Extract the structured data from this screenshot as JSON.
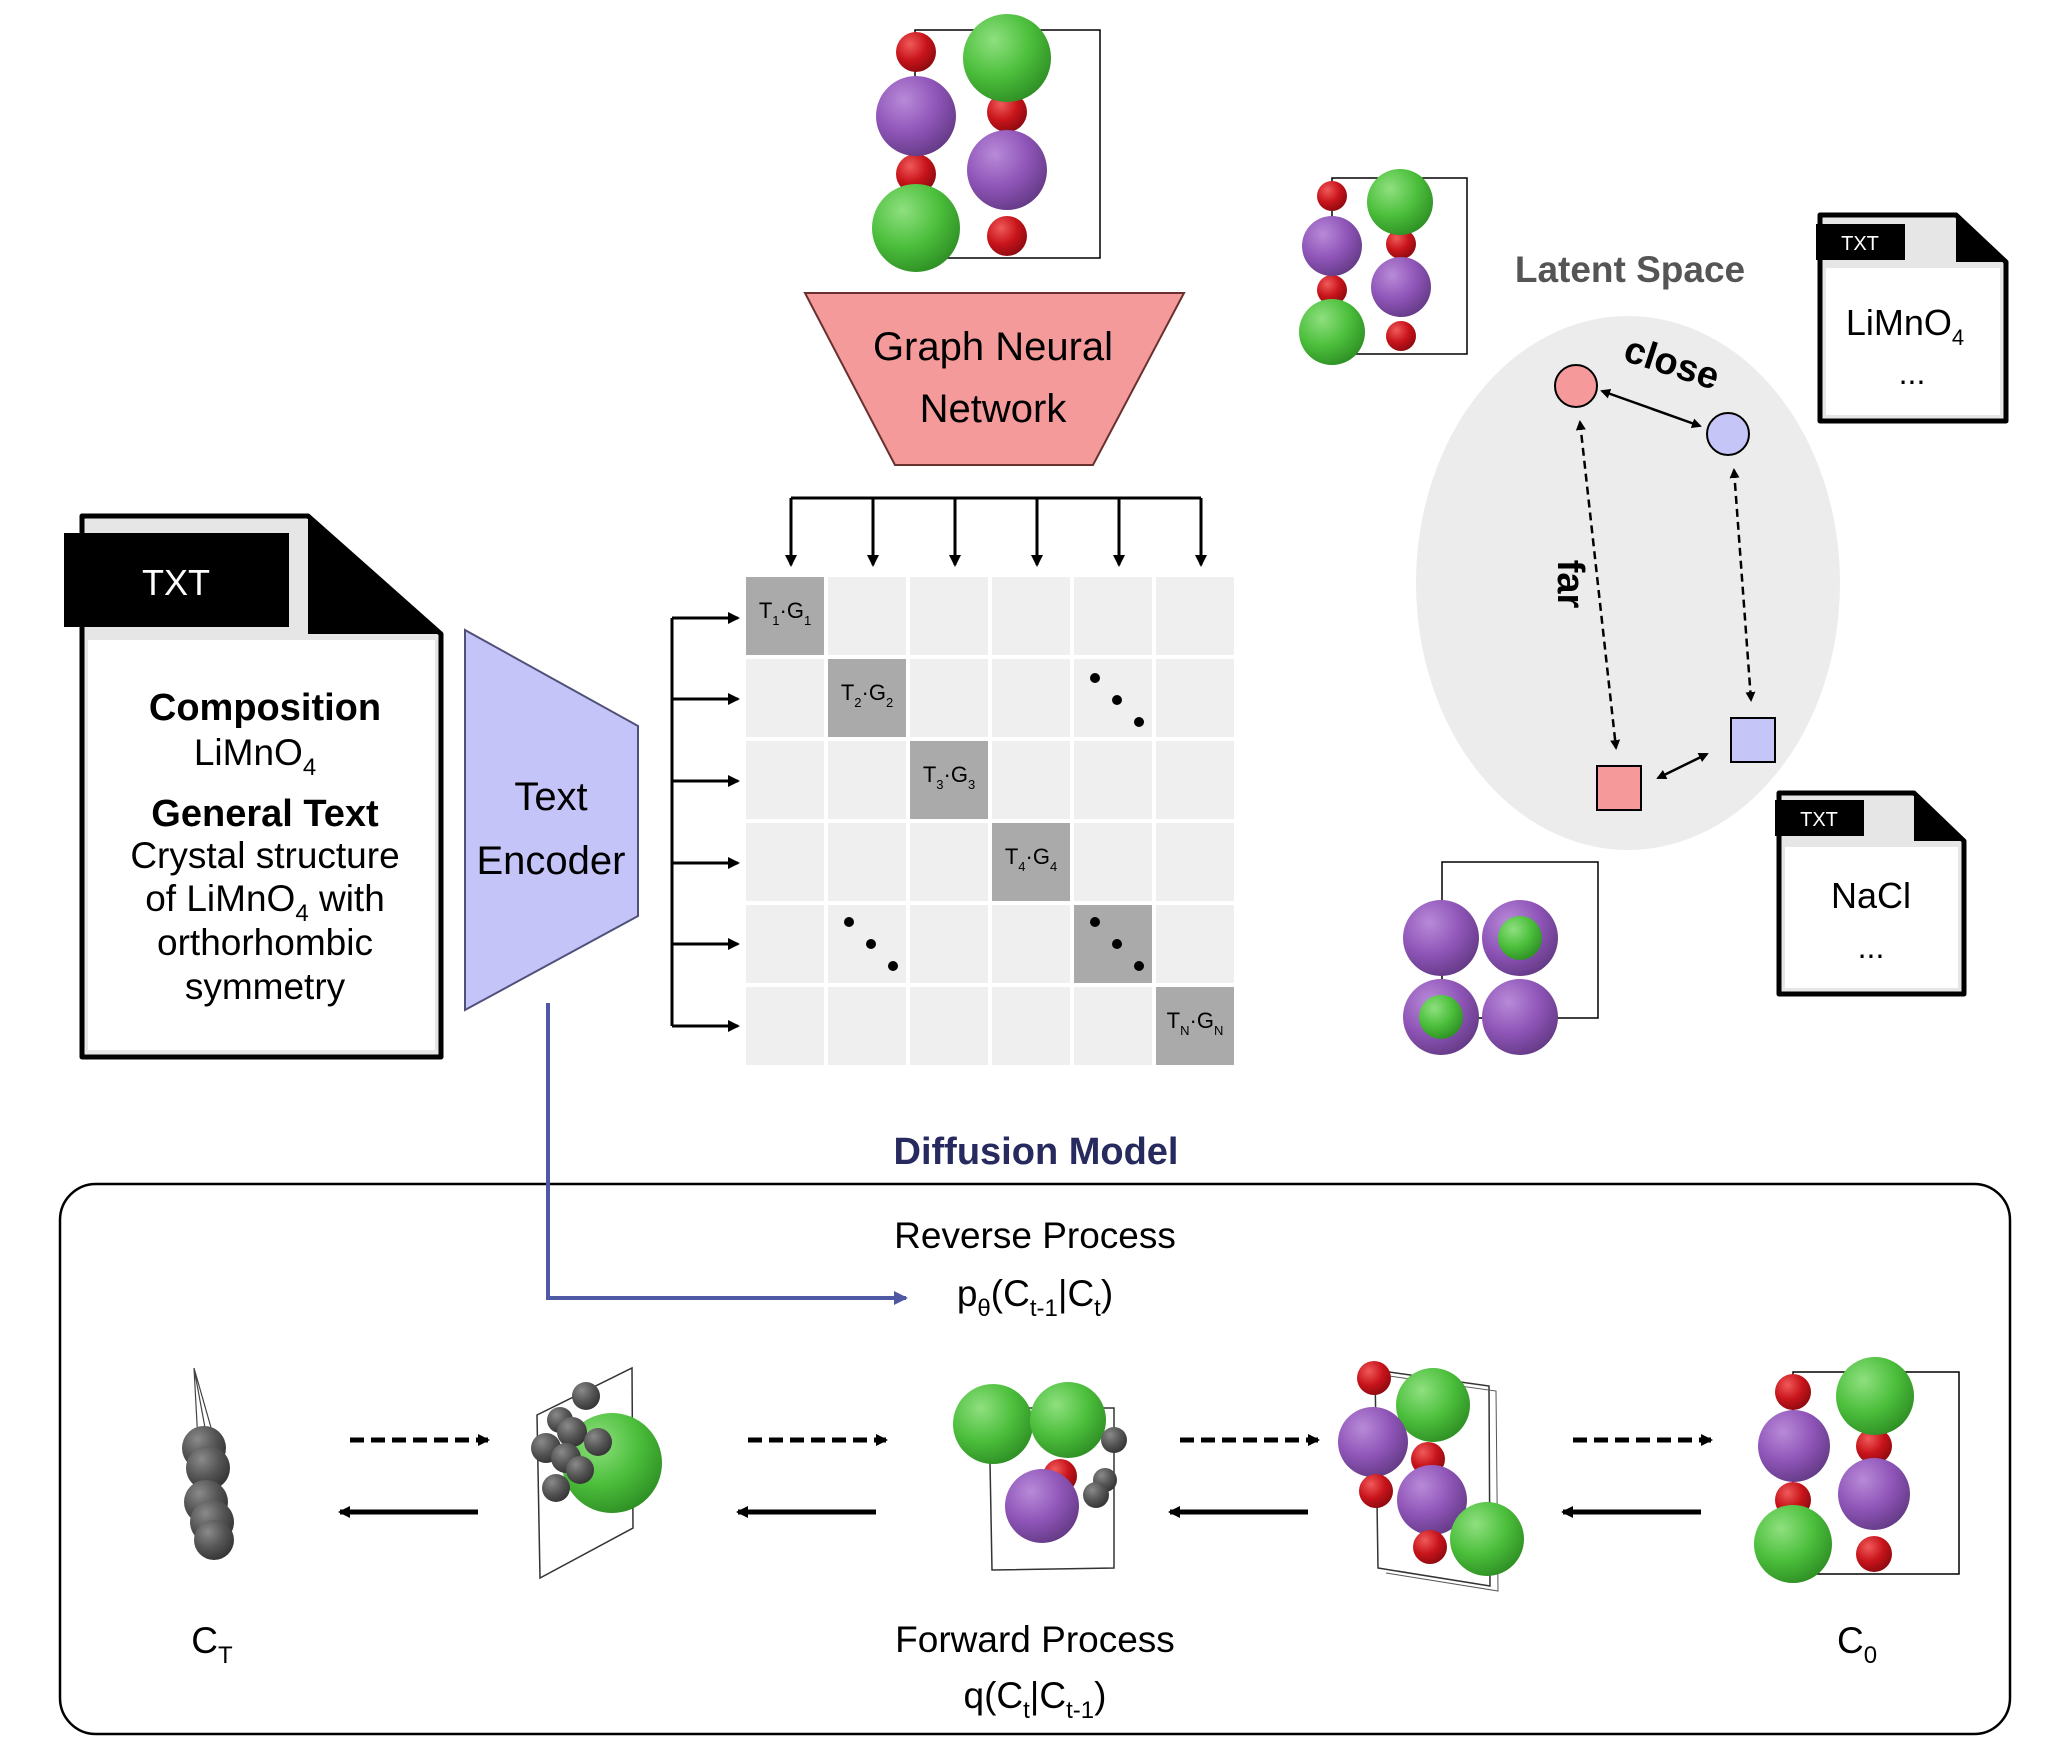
{
  "doc_main": {
    "tag": "TXT",
    "composition_title": "Composition",
    "composition_value": "LiMnO",
    "composition_sub": "4",
    "general_title": "General Text",
    "line1": "Crystal structure",
    "line2_a": "of LiMnO",
    "line2_sub": "4",
    "line2_b": " with",
    "line3": "orthorhombic",
    "line4": "symmetry"
  },
  "text_encoder": {
    "line1": "Text",
    "line2": "Encoder"
  },
  "gnn": {
    "line1": "Graph Neural",
    "line2": "Network"
  },
  "matrix": {
    "diag": [
      {
        "t": "T",
        "ts": "1",
        "g": "G",
        "gs": "1"
      },
      {
        "t": "T",
        "ts": "2",
        "g": "G",
        "gs": "2"
      },
      {
        "t": "T",
        "ts": "3",
        "g": "G",
        "gs": "3"
      },
      {
        "t": "T",
        "ts": "4",
        "g": "G",
        "gs": "4"
      },
      {
        "t": "",
        "ts": "",
        "g": "",
        "gs": ""
      },
      {
        "t": "T",
        "ts": "N",
        "g": "G",
        "gs": "N"
      }
    ]
  },
  "latent": {
    "title": "Latent Space",
    "close": "close",
    "far": "far",
    "colors": {
      "red": "#f6999b",
      "blue": "#c5c5f7",
      "ellipse": "#ececec"
    }
  },
  "doc_limno": {
    "tag": "TXT",
    "main": "LiMnO",
    "sub": "4",
    "dots": "..."
  },
  "doc_nacl": {
    "tag": "TXT",
    "main": "NaCl",
    "dots": "..."
  },
  "diffusion": {
    "title": "Diffusion Model",
    "reverse_label": "Reverse Process",
    "reverse_formula": {
      "p": "p",
      "theta": "θ",
      "a": "(C",
      "s1": "t-1",
      "b": "|C",
      "s2": "t",
      "c": ")"
    },
    "forward_label": "Forward Process",
    "forward_formula": {
      "q": "q(C",
      "s1": "t",
      "b": "|C",
      "s2": "t-1",
      "c": ")"
    },
    "ct": {
      "c": "C",
      "sub": "T"
    },
    "c0": {
      "c": "C",
      "sub": "0"
    }
  },
  "colors": {
    "green_atom": "#4cbf3c",
    "purple_atom": "#8f55b8",
    "red_atom": "#c8141b",
    "grey_atom": "#555555",
    "encoder_fill": "#c4c4f9",
    "gnn_fill": "#f59a9a",
    "arrow_blue": "#4e58a3",
    "title_navy": "#272a5e"
  }
}
